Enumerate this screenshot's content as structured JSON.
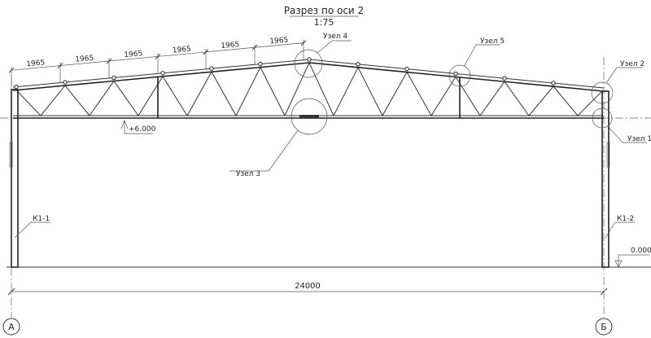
{
  "title": "Разрез по оси 2",
  "scale": "1:75",
  "top_dimensions": [
    "1965",
    "1965",
    "1965",
    "1965",
    "1965",
    "1965"
  ],
  "overall_dimension": "24000",
  "elevations": {
    "truss_bottom": "+6.000",
    "ground": "0.000"
  },
  "nodes": {
    "n1": "Узел 1",
    "n2": "Узел 2",
    "n3": "Узел 3",
    "n4": "Узел 4",
    "n5": "Узел 5"
  },
  "columns": {
    "left": "К1-1",
    "right": "К1-2"
  },
  "axes": {
    "left": "А",
    "right": "Б"
  }
}
